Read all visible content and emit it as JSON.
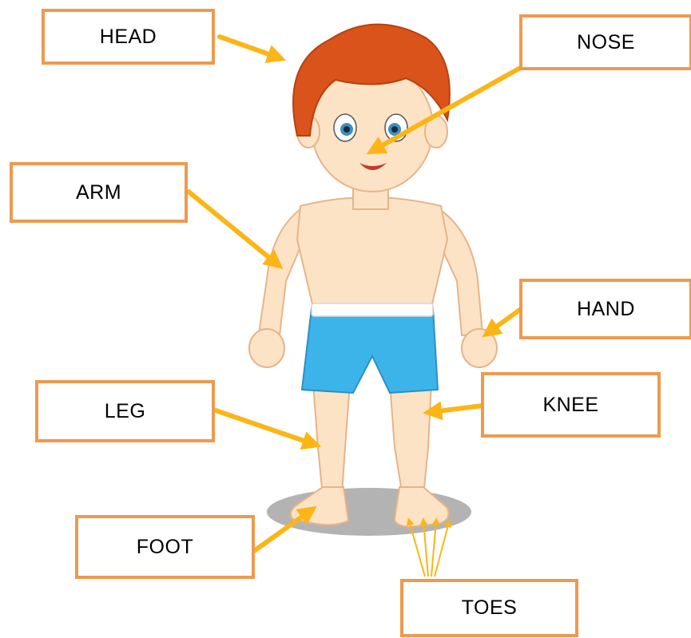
{
  "labels": {
    "head": "HEAD",
    "nose": "NOSE",
    "arm": "ARM",
    "hand": "HAND",
    "knee": "KNEE",
    "leg": "LEG",
    "foot": "FOOT",
    "toes": "TOES"
  },
  "colors": {
    "box_border": "#ed9a4f",
    "arrow": "#fbb516",
    "hair": "#d9531a",
    "skin": "#fde3c5",
    "shorts": "#3cb4ea",
    "waistband": "#ffffff",
    "shadow": "#b3b3b3",
    "eyes": "#3a8fc4"
  }
}
